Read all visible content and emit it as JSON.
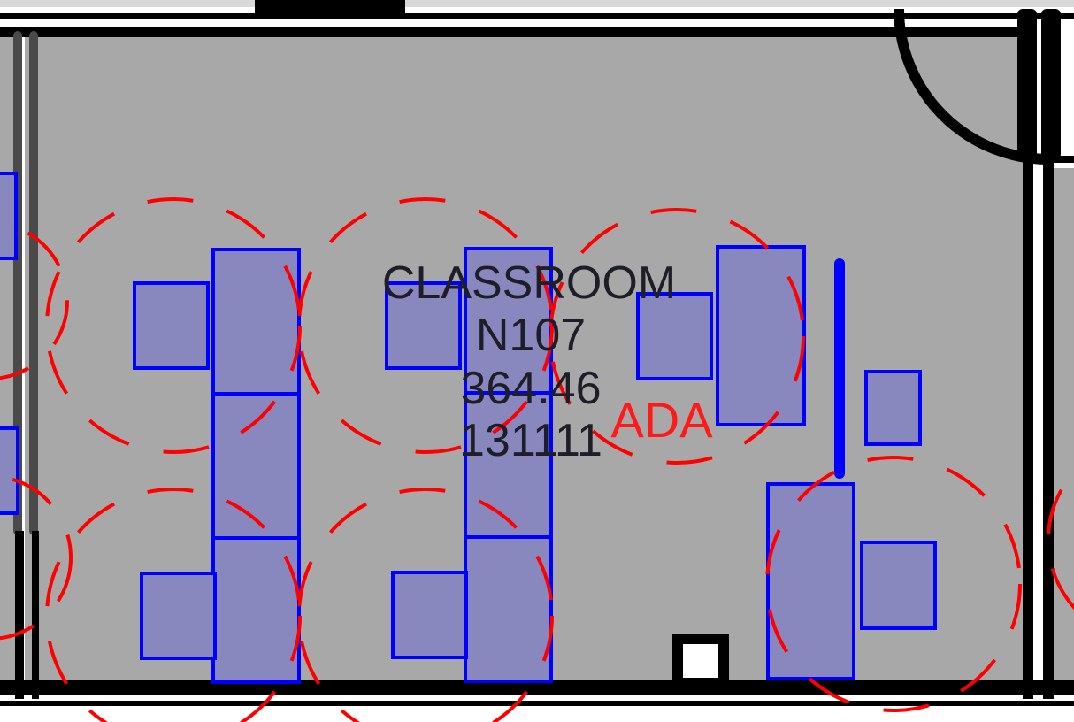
{
  "room": {
    "name": "CLASSROOM",
    "number": "N107",
    "area": "364.46",
    "code": "131111"
  },
  "annotations": {
    "ada": "ADA"
  },
  "colors": {
    "room_fill": "#a8a8a8",
    "wall": "#000000",
    "furniture_fill": "#8888bf",
    "furniture_stroke": "#0000ff",
    "clearance_circle": "#ff0000",
    "ada_text": "#ff1a1a",
    "label_text": "#1e1e28"
  }
}
